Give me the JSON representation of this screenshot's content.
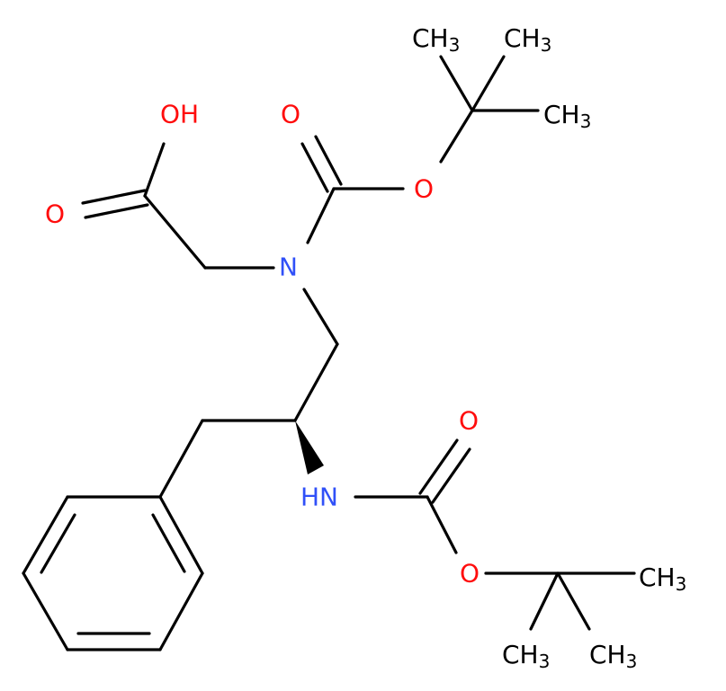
{
  "diagram": {
    "colors": {
      "bond": "#000000",
      "carbon": "#000000",
      "oxygen": "#ff0d0d",
      "nitrogen": "#3050f8"
    },
    "labels": {
      "oh": "OH",
      "o_acid": "O",
      "o_carbonyl_top": "O",
      "o_ester_top": "O",
      "n_tertiary": "N",
      "nh": "HN",
      "o_carbonyl_bottom": "O",
      "o_ester_bottom": "O",
      "ch3_top_left": "CH",
      "ch3_top_right": "CH",
      "ch3_top_lower": "CH",
      "ch3_bottom_right": "CH",
      "ch3_bottom_left": "CH",
      "ch3_bottom_lower": "CH",
      "ch3_subscript": "3"
    }
  }
}
